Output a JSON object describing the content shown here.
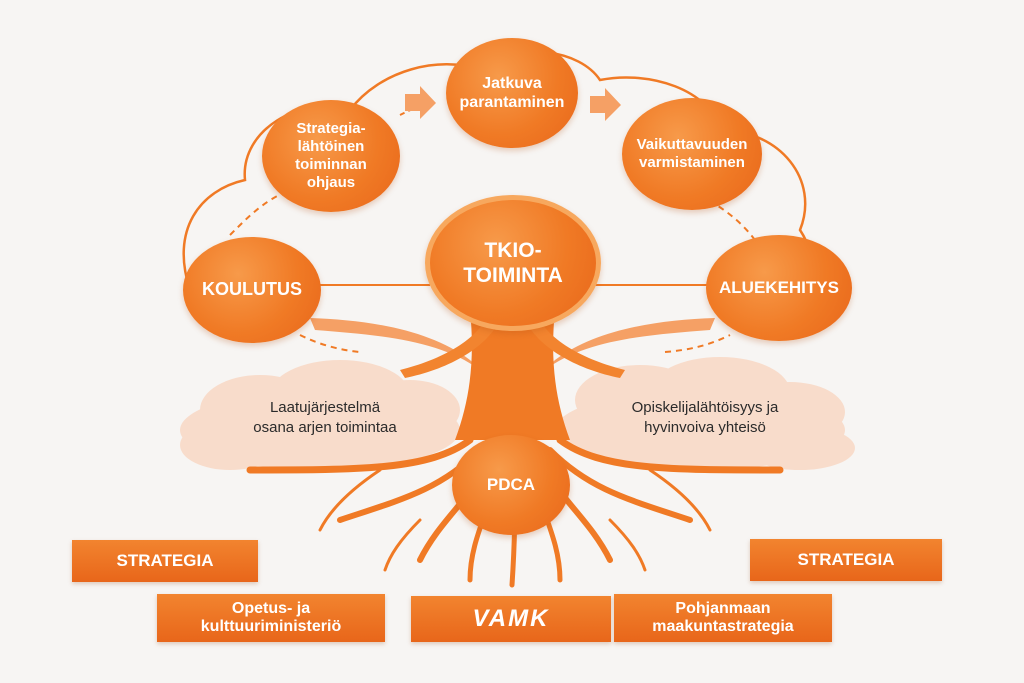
{
  "nodes": {
    "continuous_improvement": "Jatkuva\nparantaminen",
    "strategy_steering": "Strategia-\nlähtöinen\ntoiminnan\nohjaus",
    "impact_assurance": "Vaikuttavuuden\nvarmistaminen",
    "education": "KOULUTUS",
    "rdi": "TKIO-\nTOIMINTA",
    "regional_development": "ALUEKEHITYS",
    "pdca": "PDCA"
  },
  "clouds": {
    "left": "Laatujärjestelmä\nosana arjen toimintaa",
    "right": "Opiskelijalähtöisyys ja\nhyvinvoiva yhteisö"
  },
  "foundation": {
    "strategy_left": "STRATEGIA",
    "strategy_right": "STRATEGIA",
    "ministry": "Opetus- ja\nkulttuuriministeriö",
    "logo": "VAMK",
    "regional_strategy": "Pohjanmaan\nmaakuntastrategia"
  },
  "colors": {
    "primary": "#f07a25",
    "dark": "#e8661a",
    "light": "#f7a66a",
    "cloud": "#f8dccb",
    "background": "#f7f5f3"
  }
}
